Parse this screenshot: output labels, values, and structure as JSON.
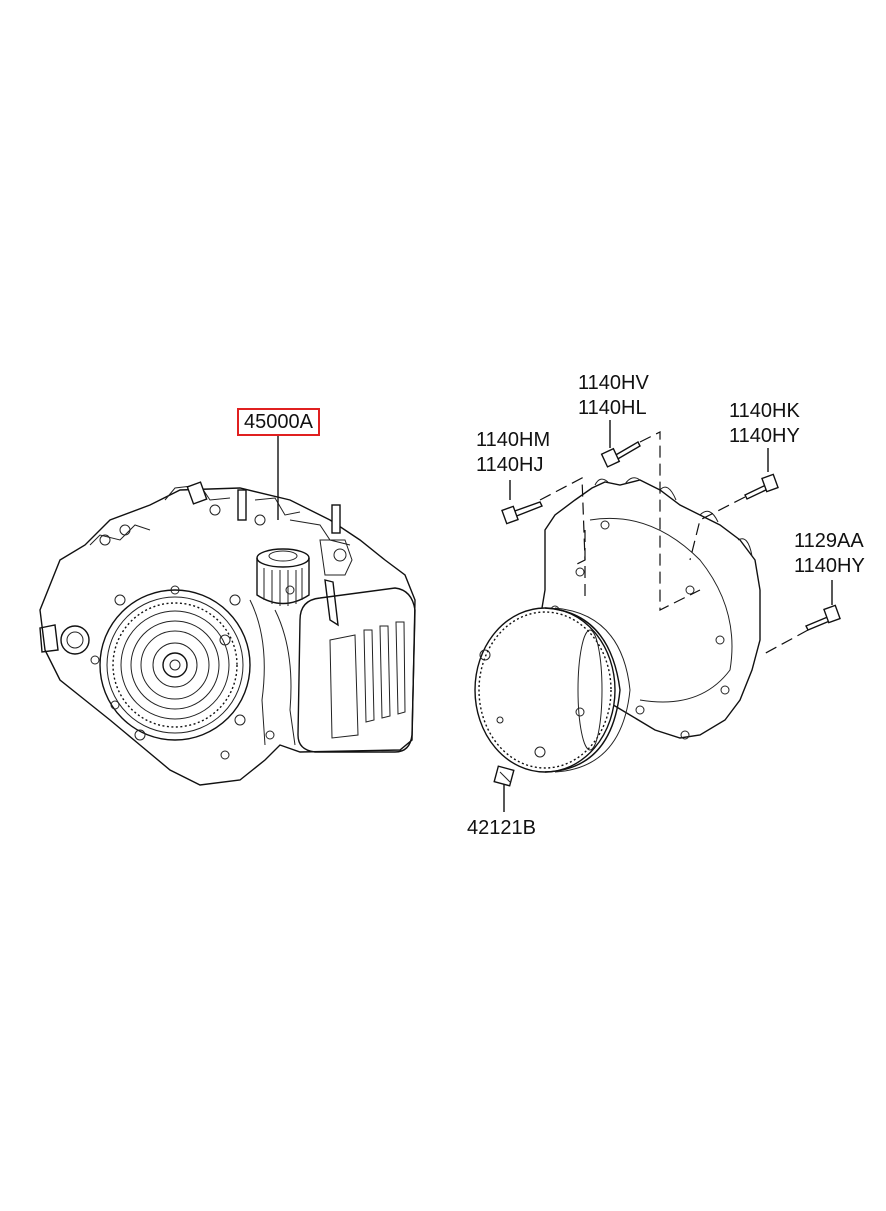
{
  "callouts": {
    "transaxle": "45000A",
    "bolt_top_1": "1140HV",
    "bolt_top_2": "1140HL",
    "bolt_left_1": "1140HM",
    "bolt_left_2": "1140HJ",
    "bolt_right_1": "1140HK",
    "bolt_right_2": "1140HY",
    "bolt_far_1": "1129AA",
    "bolt_far_2": "1140HY",
    "nut": "42121B"
  },
  "highlight_color": "#e02020"
}
